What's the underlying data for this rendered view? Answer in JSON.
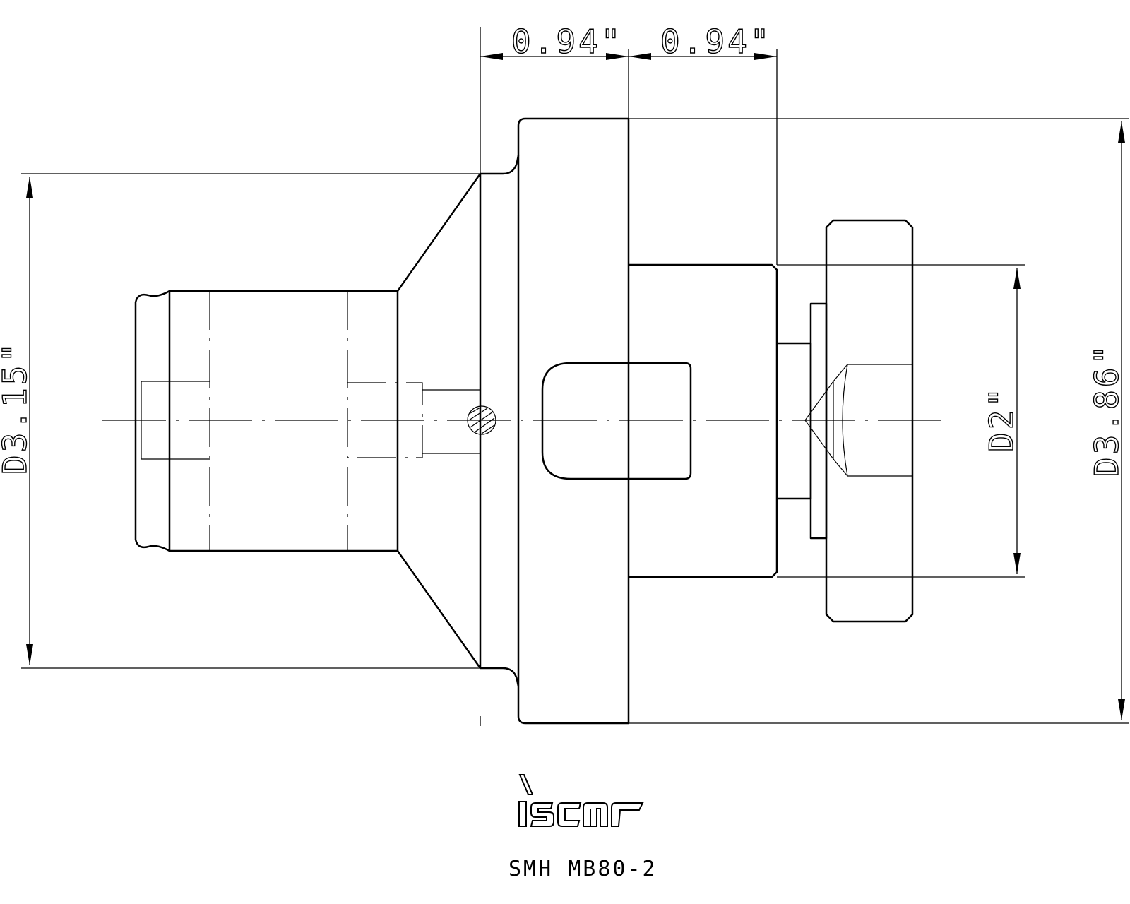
{
  "dimensions": {
    "width_left": "0.94\"",
    "width_right": "0.94\"",
    "dia_left": "D3.15\"",
    "dia_small": "D2\"",
    "dia_right": "D3.86\""
  },
  "product_code": "SMH MB80-2",
  "brand": {
    "name": "iscar",
    "logo_icon": "iscar-logo-icon"
  }
}
